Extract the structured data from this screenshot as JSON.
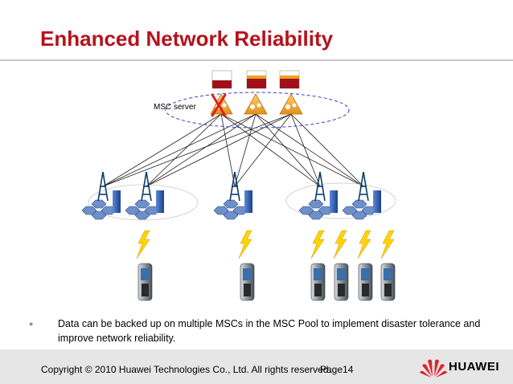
{
  "slide": {
    "title": "Enhanced Network Reliability",
    "diagram": {
      "server_label": "MSC server",
      "ellipsis": "..."
    },
    "bullet": "Data can be backed up on multiple MSCs in the MSC Pool to implement disaster tolerance and improve network reliability.",
    "footer": {
      "copyright": "Copyright © 2010 Huawei Technologies Co., Ltd. All rights reserved.",
      "page": "Page14",
      "brand": "HUAWEI"
    },
    "colors": {
      "title": "#b5121b",
      "server_fill": "#f2a928",
      "failed_x": "#e02020",
      "pool_outline": "#3a3ad0",
      "lightning": "#ffd400",
      "tower": "#0b3d6e",
      "footer_bg": "#e6e6e6"
    },
    "icons": [
      "mss-server-icon",
      "failure-x-icon",
      "data-flag-icon",
      "base-station-tower-icon",
      "bsc-cabinet-icon",
      "cell-hexagon-icon",
      "lightning-icon",
      "mobile-phone-icon",
      "huawei-logo-icon"
    ]
  }
}
